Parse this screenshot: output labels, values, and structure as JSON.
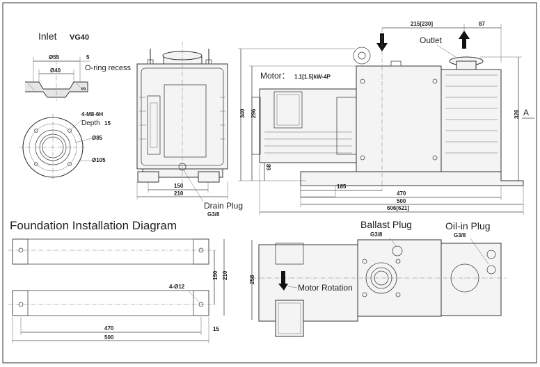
{
  "inlet": {
    "title": "Inlet",
    "model": "VG40"
  },
  "inlet_dims": {
    "d55": "Ø55",
    "d40": "Ø40",
    "five": "5",
    "three": "3",
    "oring": "O-ring recess"
  },
  "flange": {
    "thread": "4-M8-6H",
    "depth": "Depth",
    "depth_val": "15",
    "d85": "Ø85",
    "d105": "Ø105"
  },
  "front": {
    "dim150": "150",
    "dim210": "210",
    "drain": "Drain Plug",
    "drain_size": "G3/8"
  },
  "side": {
    "motor": "Motor：",
    "motor_spec": "1.1[1.5]kW-4P",
    "outlet": "Outlet",
    "dim215": "215[230]",
    "dim87": "87",
    "dim340": "340",
    "dim296": "296",
    "dim68": "68",
    "dim326": "326",
    "dim185": "185",
    "dim470": "470",
    "dim500": "500",
    "dim606": "606[621]",
    "view_a": "A"
  },
  "foundation": {
    "title": "Foundation Installation Diagram",
    "holes": "4-Ø12",
    "dim150": "150",
    "dim210": "210",
    "dim470": "470",
    "dim500": "500",
    "dim15": "15"
  },
  "top": {
    "ballast": "Ballast Plug",
    "ballast_size": "G3/8",
    "oilin": "Oil-in Plug",
    "oilin_size": "G3/8",
    "rotation": "Motor Rotation",
    "dim258": "258"
  }
}
